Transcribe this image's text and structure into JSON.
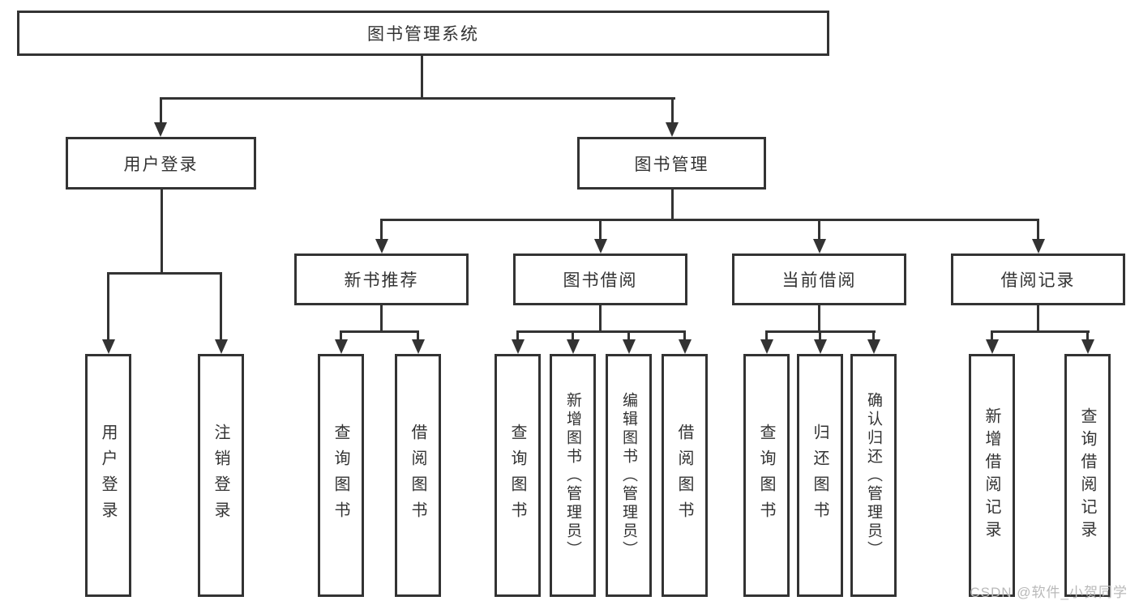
{
  "tree": {
    "label": "图书管理系统",
    "children": [
      {
        "label": "用户登录",
        "children": [
          {
            "label": "用户登录"
          },
          {
            "label": "注销登录"
          }
        ]
      },
      {
        "label": "图书管理",
        "children": [
          {
            "label": "新书推荐",
            "children": [
              {
                "label": "查询图书"
              },
              {
                "label": "借阅图书"
              }
            ]
          },
          {
            "label": "图书借阅",
            "children": [
              {
                "label": "查询图书"
              },
              {
                "label": "新增图书（管理员）"
              },
              {
                "label": "编辑图书（管理员）"
              },
              {
                "label": "借阅图书"
              }
            ]
          },
          {
            "label": "当前借阅",
            "children": [
              {
                "label": "查询图书"
              },
              {
                "label": "归还图书"
              },
              {
                "label": "确认归还（管理员）"
              }
            ]
          },
          {
            "label": "借阅记录",
            "children": [
              {
                "label": "新增借阅记录"
              },
              {
                "label": "查询借阅记录"
              }
            ]
          }
        ]
      }
    ]
  },
  "watermark": {
    "text": "CSDN @软件_小贺同学"
  },
  "colors": {
    "line": "#333333",
    "text": "#333333",
    "watermark": "#b9b9b9",
    "background": "#ffffff"
  }
}
